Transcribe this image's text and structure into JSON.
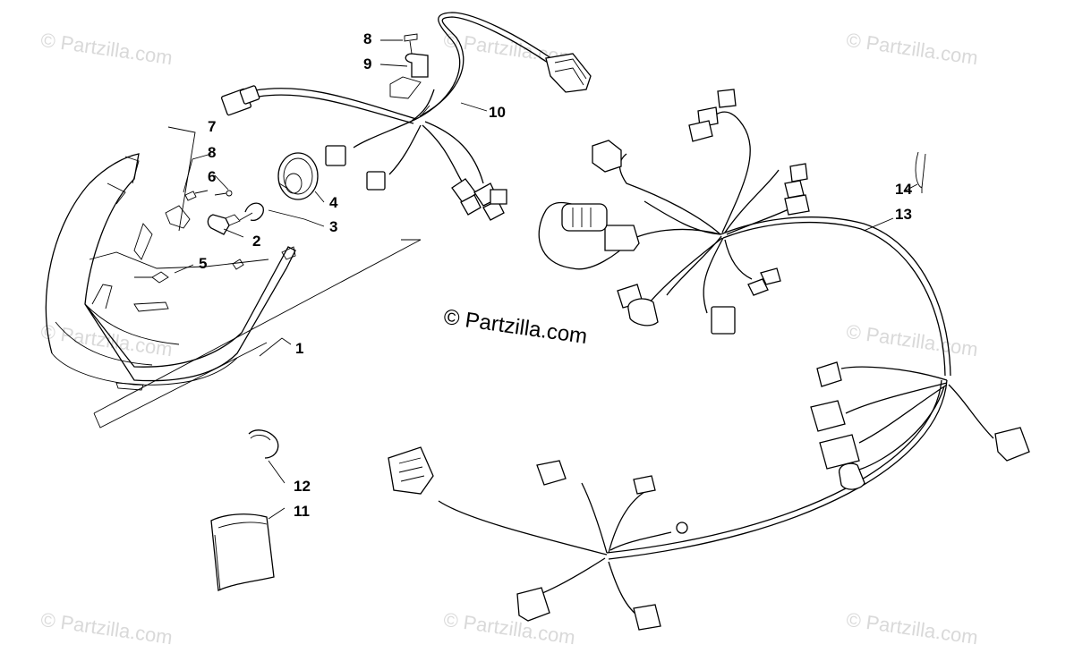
{
  "watermark": {
    "text": "© Partzilla.com",
    "center_text": "© Partzilla.com"
  },
  "callouts": [
    {
      "id": "c1",
      "label": "1"
    },
    {
      "id": "c2",
      "label": "2"
    },
    {
      "id": "c3",
      "label": "3"
    },
    {
      "id": "c4",
      "label": "4"
    },
    {
      "id": "c5",
      "label": "5"
    },
    {
      "id": "c6",
      "label": "6"
    },
    {
      "id": "c7",
      "label": "7"
    },
    {
      "id": "c8a",
      "label": "8"
    },
    {
      "id": "c8b",
      "label": "8"
    },
    {
      "id": "c9",
      "label": "9"
    },
    {
      "id": "c10",
      "label": "10"
    },
    {
      "id": "c11",
      "label": "11"
    },
    {
      "id": "c12",
      "label": "12"
    },
    {
      "id": "c13",
      "label": "13"
    },
    {
      "id": "c14",
      "label": "14"
    }
  ]
}
